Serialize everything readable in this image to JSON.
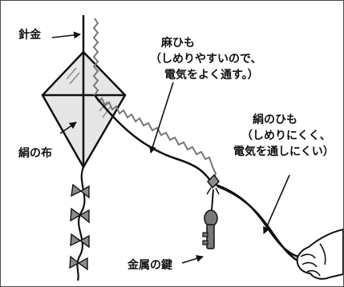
{
  "labels": {
    "wire": "針金",
    "hemp_title": "麻ひも",
    "hemp_note_1": "（しめりやすいので、",
    "hemp_note_2": "電気をよく通す。）",
    "silk_string_title": "絹のひも",
    "silk_string_note_1": "（しめりにくく、",
    "silk_string_note_2": "電気を通しにくい）",
    "silk_cloth": "絹の布",
    "key": "金属の鍵"
  },
  "colors": {
    "line": "#111111",
    "kite_fill": "#e6e6e6",
    "knot_fill": "#8c8c8c",
    "key_fill": "#777777",
    "skin": "#ffffff"
  },
  "icons": [
    "kite",
    "hemp-string",
    "silk-string",
    "metal-key",
    "hand"
  ]
}
